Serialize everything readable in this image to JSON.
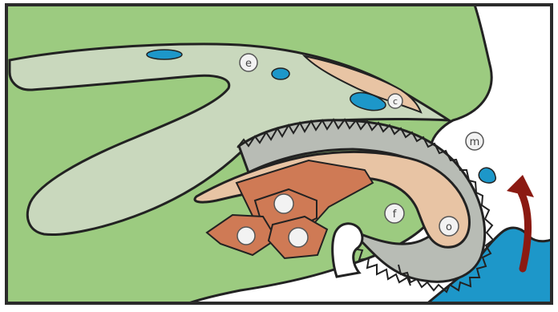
{
  "diagram": {
    "colors": {
      "background": "#ffffff",
      "frame": "#2b2b2b",
      "outer_tissue": "#9ccb80",
      "inner_tissue": "#c9d8bd",
      "bone": "#e8c4a4",
      "dentine_plates": "#cf7a55",
      "blue_structures": "#1d97c9",
      "arrow": "#8b1a12",
      "label_circle_fill": "#f2f2f2",
      "label_circle_stroke": "#555555"
    },
    "labels": {
      "e": "e",
      "c": "c",
      "m": "m",
      "f": "f",
      "o": "o",
      "g1": "",
      "g2": "",
      "g3": ""
    },
    "icons": {
      "arrow": "curved-arrow-icon"
    }
  }
}
